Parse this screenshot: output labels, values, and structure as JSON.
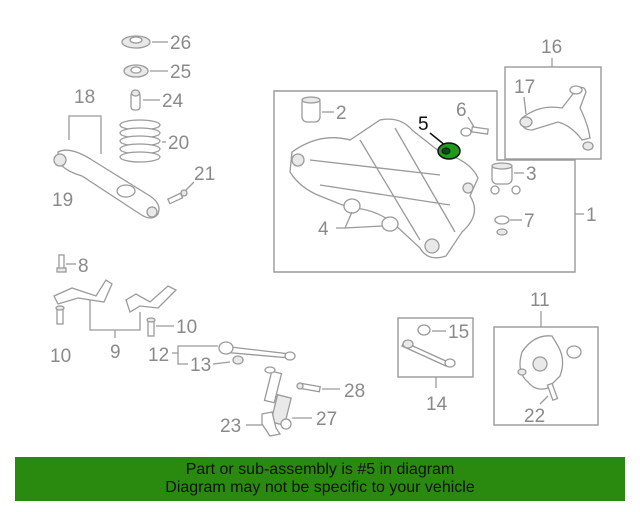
{
  "callouts": [
    "1",
    "2",
    "3",
    "4",
    "5",
    "6",
    "7",
    "8",
    "9",
    "10",
    "10",
    "11",
    "12",
    "13",
    "14",
    "15",
    "16",
    "17",
    "18",
    "19",
    "20",
    "21",
    "22",
    "23",
    "24",
    "25",
    "26",
    "27",
    "28"
  ],
  "highlight_color": "#1e9a1e",
  "banner": {
    "line1": "Part or sub-assembly is #5 in diagram",
    "line2": "Diagram may not be specific to your vehicle",
    "color": "#2a8a10"
  }
}
